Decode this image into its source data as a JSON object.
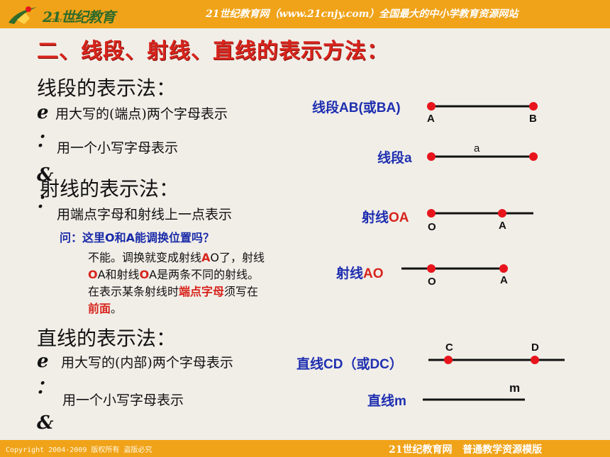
{
  "header": {
    "logo_text": "21世纪教育",
    "logo_url": "21CNJY.COM",
    "slogan": "21世纪教育网（www.21cnjy.com）全国最大的中小学教育资源网站"
  },
  "title": "二、线段、射线、直线的表示方法：",
  "left": {
    "segment_heading": "线段的表示法：",
    "segment_items": [
      "用大写的(端点)两个字母表示",
      "用一个小写字母表示"
    ],
    "ray_heading": "射线的表示法：",
    "ray_items": [
      "用端点字母和射线上一点表示"
    ],
    "question": "问：这里O和A能调换位置吗？",
    "answer": {
      "l1_a": "不能。调换就变成射线",
      "l1_red": "A",
      "l1_b": "O了，射线",
      "l2_red1": "O",
      "l2_a": "A和射线",
      "l2_red2": "O",
      "l2_b": "A是两条不同的射线。",
      "l3_a": "在表示某条射线时",
      "l3_red": "端点字母",
      "l3_b": "须写在",
      "l4_red": "前面",
      "l4_b": "。"
    },
    "line_heading": "直线的表示法：",
    "line_items": [
      "用大写的(内部)两个字母表示",
      "用一个小写字母表示"
    ],
    "bullet_glyphs": [
      "e",
      "：",
      "&",
      "："
    ]
  },
  "right": {
    "seg_ab": {
      "label": "线段AB(或BA)",
      "p1": "A",
      "p2": "B"
    },
    "seg_a": {
      "label": "线段a",
      "name": "a"
    },
    "ray_oa": {
      "label_a": "射线",
      "label_red": "OA",
      "p1": "O",
      "p2": "A"
    },
    "ray_ao": {
      "label_a": "射线",
      "label_red": "AO",
      "p1": "O",
      "p2": "A"
    },
    "line_cd": {
      "label": "直线CD（或DC）",
      "p1": "C",
      "p2": "D"
    },
    "line_m": {
      "label": "直线m",
      "name": "m"
    }
  },
  "footer": {
    "copyright": "Copyright 2004-2009 版权所有 盗版必究",
    "site": "21世纪教育网",
    "template": "普通教学资源模版"
  },
  "colors": {
    "bar": "#f0a319",
    "title": "#d7241c",
    "label_blue": "#1f2fb0",
    "point": "#e8141c"
  }
}
